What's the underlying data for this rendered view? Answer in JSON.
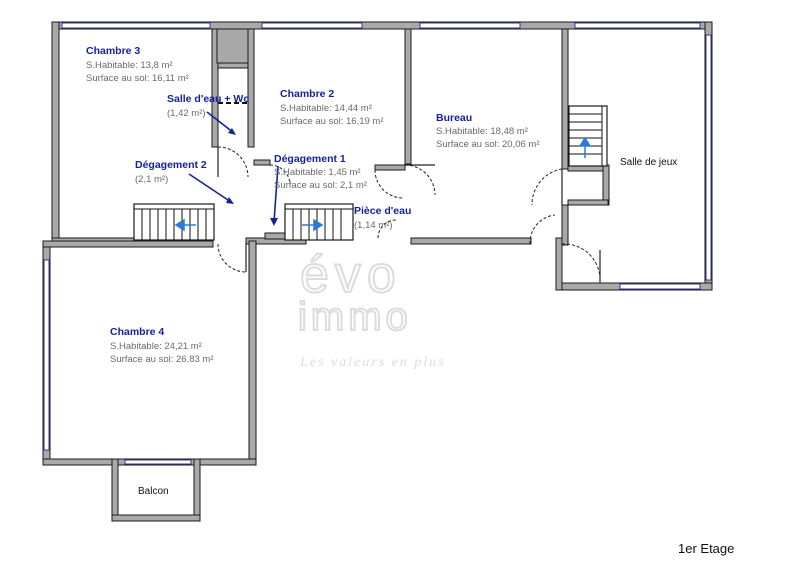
{
  "floor_label": "1er Etage",
  "watermark": {
    "line1": "évo",
    "line2": "immo",
    "line3": "Les valeurs en plus"
  },
  "rooms": {
    "chambre3": {
      "name": "Chambre 3",
      "habitable": "S.Habitable: 13,8 m²",
      "sol": "Surface au sol: 16,11 m²"
    },
    "chambre2": {
      "name": "Chambre 2",
      "habitable": "S.Habitable: 14,44 m²",
      "sol": "Surface au sol: 16,19 m²"
    },
    "bureau": {
      "name": "Bureau",
      "habitable": "S.Habitable: 18,48 m²",
      "sol": "Surface au sol: 20,06 m²"
    },
    "salle_eau_wc": {
      "name": "Salle d'eau + Wc",
      "area": "(1,42 m²)"
    },
    "degagement2": {
      "name": "Dégagement 2",
      "area": "(2,1 m²)"
    },
    "degagement1": {
      "name": "Dégagement 1",
      "habitable": "S.Habitable: 1,45 m²",
      "sol": "Surface au sol: 2,1 m²"
    },
    "piece_eau": {
      "name": "Pièce d'eau",
      "area": "(1,14 m²)"
    },
    "salle_de_jeux": {
      "name": "Salle de jeux"
    },
    "chambre4": {
      "name": "Chambre 4",
      "habitable": "S.Habitable: 24,21 m²",
      "sol": "Surface au sol: 26,83 m²"
    },
    "balcon": {
      "name": "Balcon"
    }
  },
  "colors": {
    "label_blue": "#16209a",
    "wall_gray": "#a9a9a9",
    "window_blue": "#3a3a9a",
    "stair_arrow": "#2a7bd6"
  }
}
